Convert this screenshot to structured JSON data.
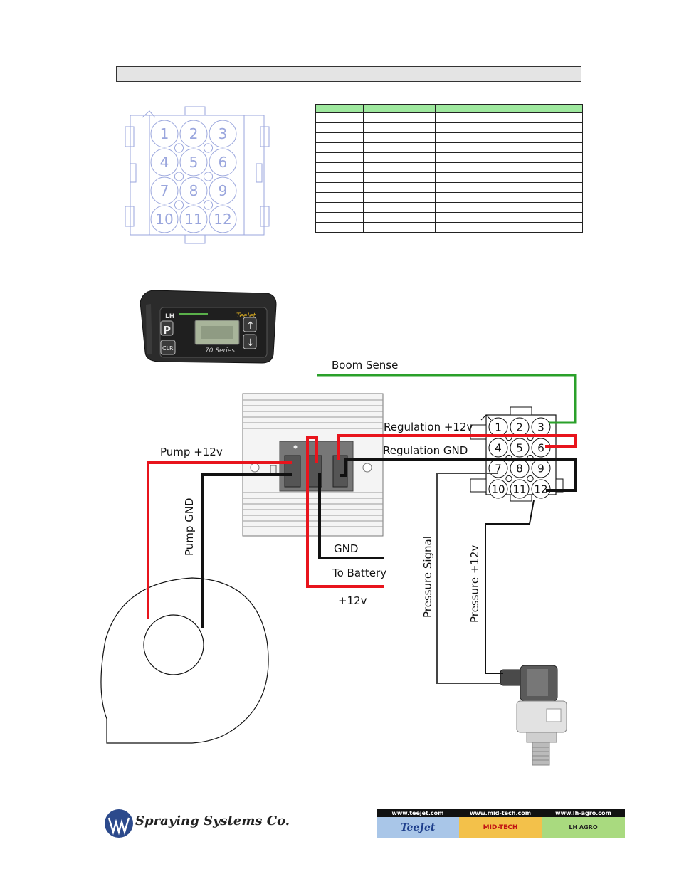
{
  "connector_pins": [
    "1",
    "2",
    "3",
    "4",
    "5",
    "6",
    "7",
    "8",
    "9",
    "10",
    "11",
    "12"
  ],
  "pin_table": {
    "header": [
      "",
      "",
      ""
    ],
    "rows": [
      [
        "",
        "",
        ""
      ],
      [
        "",
        "",
        ""
      ],
      [
        "",
        "",
        ""
      ],
      [
        "",
        "",
        ""
      ],
      [
        "",
        "",
        ""
      ],
      [
        "",
        "",
        ""
      ],
      [
        "",
        "",
        ""
      ],
      [
        "",
        "",
        ""
      ],
      [
        "",
        "",
        ""
      ],
      [
        "",
        "",
        ""
      ],
      [
        "",
        "",
        ""
      ],
      [
        "",
        "",
        ""
      ]
    ]
  },
  "controller": {
    "brand_left": "LH",
    "brand_right": "TeeJet",
    "model": "70 Series",
    "button_p": "P",
    "button_clr": "CLR"
  },
  "wiring": {
    "boom_sense": "Boom Sense",
    "regulation_12v": "Regulation +12v",
    "regulation_gnd": "Regulation GND",
    "pump_12v": "Pump +12v",
    "pump_gnd": "Pump GND",
    "gnd": "GND",
    "to_battery": "To Battery",
    "plus_12v": "+12v",
    "pressure_signal": "Pressure Signal",
    "pressure_12v": "Pressure +12v"
  },
  "colors": {
    "red_wire": "#e8141c",
    "black_wire": "#111111",
    "green_wire": "#2aa02a",
    "grey_wire": "#444444",
    "table_header": "#9ee89e"
  },
  "footer": {
    "company": "Spraying Systems Co.",
    "urls": [
      "www.teejet.com",
      "www.mid-tech.com",
      "www.lh-agro.com"
    ],
    "brands": [
      "TeeJet",
      "MID-TECH",
      "LH AGRO"
    ]
  }
}
